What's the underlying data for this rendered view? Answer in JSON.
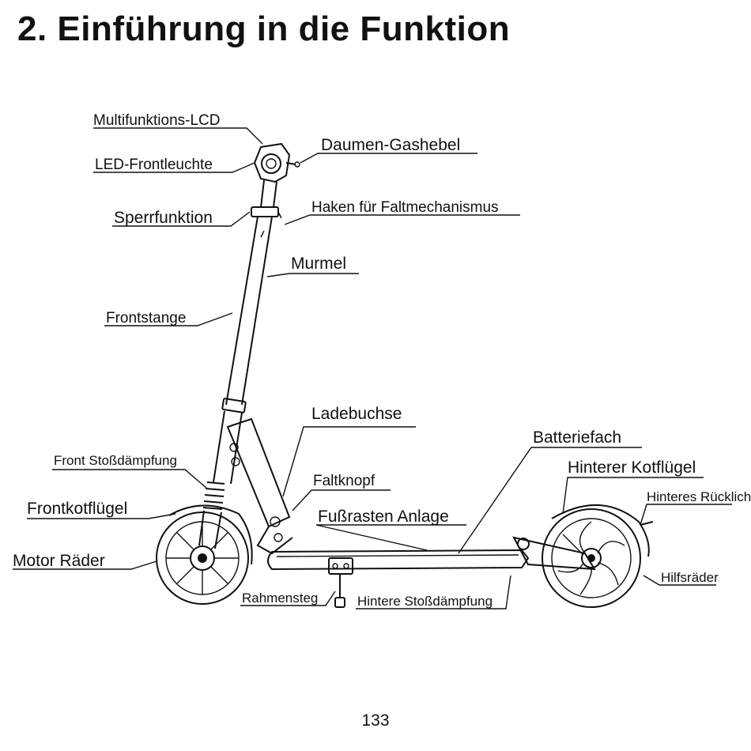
{
  "title": "2. Einführung in die Funktion",
  "page_number": "133",
  "labels": {
    "multifunktions_lcd": "Multifunktions-LCD",
    "daumen_gashebel": "Daumen-Gashebel",
    "led_frontleuchte": "LED-Frontleuchte",
    "sperrfunktion": "Sperrfunktion",
    "haken_faltmechanismus": "Haken für Faltmechanismus",
    "murmel": "Murmel",
    "frontstange": "Frontstange",
    "ladebuchse": "Ladebuchse",
    "batteriefach": "Batteriefach",
    "front_stossdaempfung": "Front Stoßdämpfung",
    "hinterer_kotfluegel": "Hinterer Kotflügel",
    "faltknopf": "Faltknopf",
    "hinteres_ruecklicht": "Hinteres Rücklicht",
    "frontkotfluegel": "Frontkotflügel",
    "fussrasten_anlage": "Fußrasten Anlage",
    "motor_raeder": "Motor Räder",
    "hilfsraeder": "Hilfsräder",
    "rahmensteg": "Rahmensteg",
    "hintere_stossdaempfung": "Hintere Stoßdämpfung"
  }
}
